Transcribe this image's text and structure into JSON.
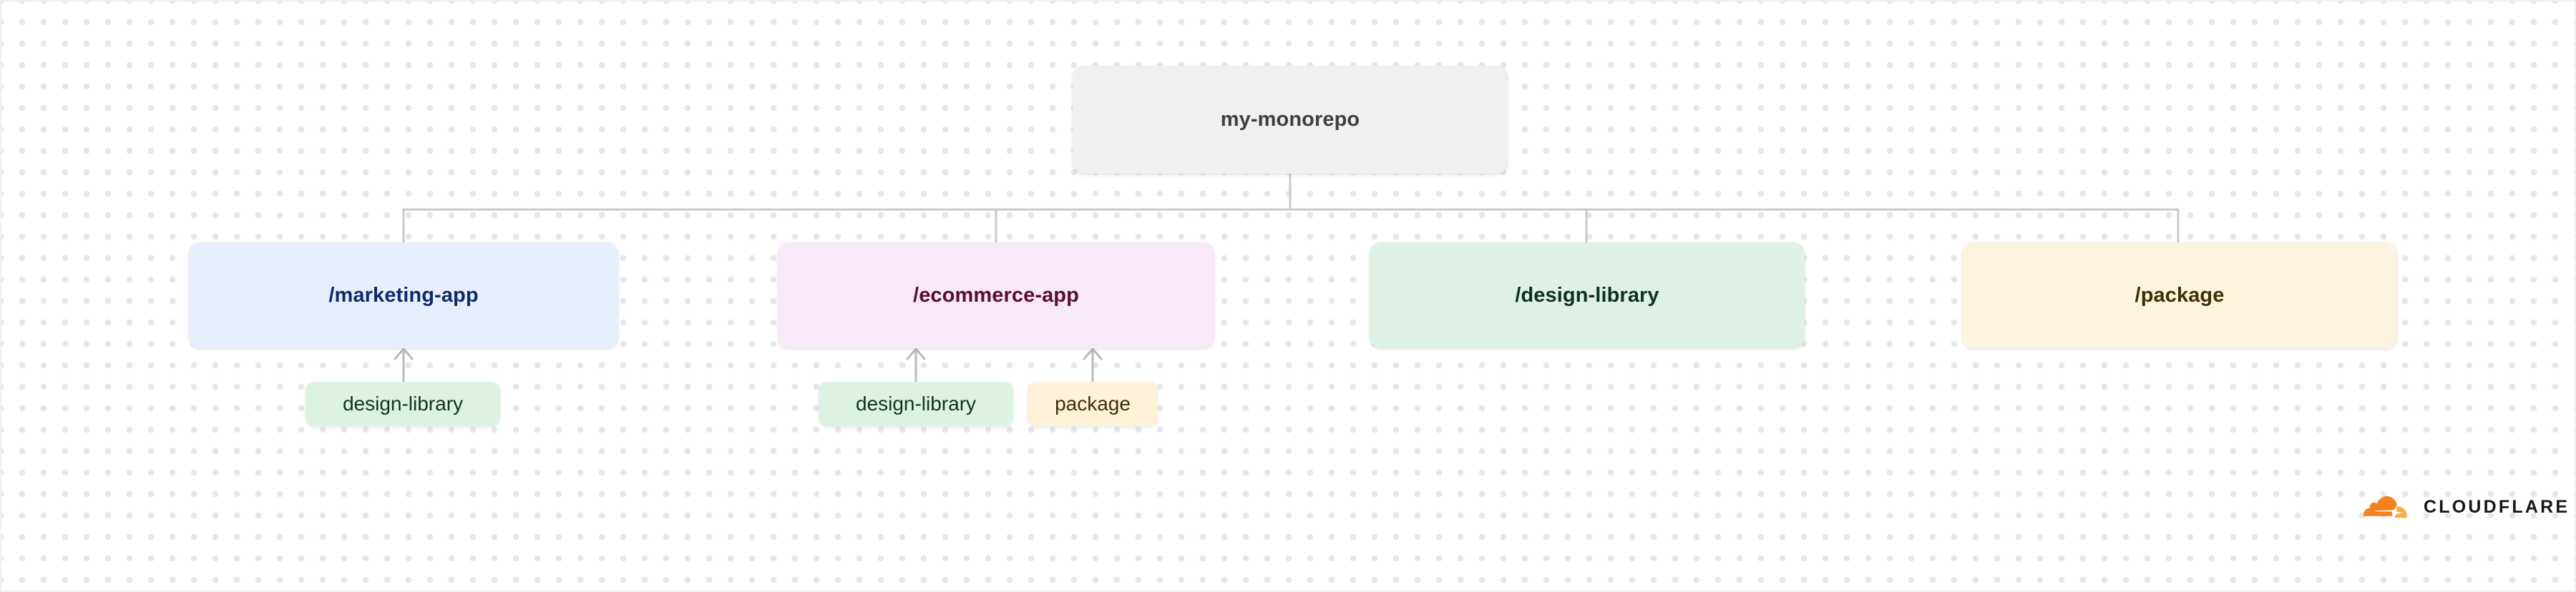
{
  "diagram": {
    "type": "dependency-tree",
    "title_node": {
      "label": "my-monorepo",
      "bg": "#f0f0f0",
      "text_color": "#3c3f43"
    },
    "packages": [
      {
        "label": "/marketing-app",
        "bg": "#e8effc",
        "text_color": "#0d2b6b",
        "dependencies": [
          {
            "label": "design-library",
            "bg": "#ddf2e2",
            "text_color": "#10351c"
          }
        ]
      },
      {
        "label": "/ecommerce-app",
        "bg": "#f7e9f7",
        "text_color": "#5c0b31",
        "dependencies": [
          {
            "label": "design-library",
            "bg": "#ddf2e2",
            "text_color": "#10351c"
          },
          {
            "label": "package",
            "bg": "#fdf2d8",
            "text_color": "#3d2f07"
          }
        ]
      },
      {
        "label": "/design-library",
        "bg": "#dff1e4",
        "text_color": "#0d3220",
        "dependencies": []
      },
      {
        "label": "/package",
        "bg": "#fdf4df",
        "text_color": "#3d3006",
        "dependencies": []
      }
    ],
    "connector_color": "#c8c9cc",
    "background": {
      "color": "#ffffff",
      "dot_color": "#e6e7e9"
    }
  },
  "branding": {
    "wordmark": "CLOUDFLARE",
    "cloud_color": "#f6821f",
    "cloud_accent_color": "#fbad41",
    "wordmark_color": "#14161a"
  }
}
